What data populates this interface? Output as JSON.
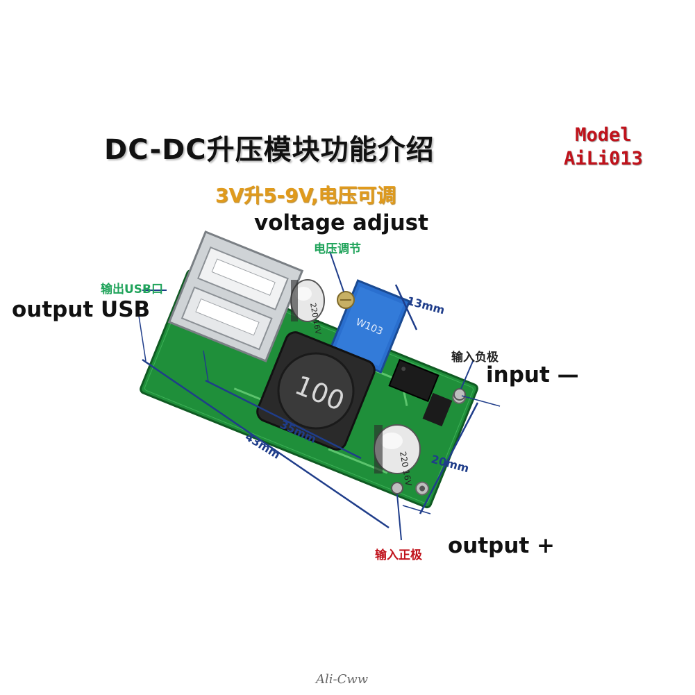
{
  "title": "DC-DC升压模块功能介绍",
  "model": {
    "line1": "Model",
    "line2": "AiLi013"
  },
  "subtitle": "3V升5-9V,电压可调",
  "labels": {
    "voltage_adjust_en": "voltage adjust",
    "voltage_adjust_cn": "电压调节",
    "output_usb_cn": "输出USB口",
    "output_usb_en": "output USB",
    "input_neg_cn": "输入负极",
    "input_neg_en": "input —",
    "input_pos_cn": "输入正极",
    "output_pos_en": "output +"
  },
  "dimensions": {
    "d13": "13mm",
    "d35": "35mm",
    "d43": "43mm",
    "d20": "20mm"
  },
  "components": {
    "inductor_mark": "100",
    "pot_mark": "W103",
    "cap_mark_top": "220 16V",
    "cap_mark_bottom": "220 16V"
  },
  "watermark": "Ali-Cww",
  "colors": {
    "pcb": "#1f8f3a",
    "dimension_line": "#1f3d8a",
    "model_text": "#c0121b",
    "subtitle_text": "#e09a1c",
    "label_green": "#1fa35a"
  }
}
